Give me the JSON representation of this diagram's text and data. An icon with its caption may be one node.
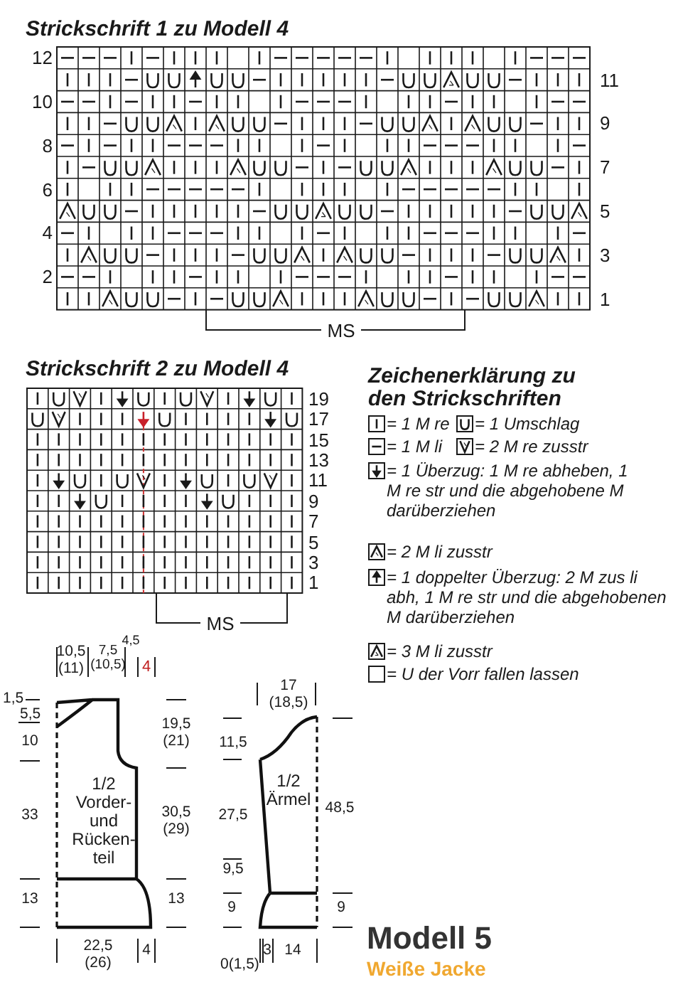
{
  "diagram": {
    "nodes": [
      {
        "text": [
          "1/2 Vorder- und Rücken- teil"
        ]
      },
      {
        "text": [
          "1/2 Ärmel"
        ]
      }
    ],
    "edges": [],
    "labels": [
      "Strickschrift 1 zu Modell 4",
      "12",
      "11",
      "10",
      "9",
      "8",
      "7",
      "6",
      "5",
      "4",
      "3",
      "2",
      "1",
      "MS",
      "Strickschrift 2 zu Modell 4",
      "Zeichenerklärung zu den Strickschriften",
      "19",
      "17",
      "15",
      "13",
      "11",
      "9",
      "7",
      "5",
      "3",
      "1",
      "MS",
      "10,5 (11)",
      "7,5 (10,5)",
      "4,5",
      "4",
      "17 (18,5)",
      "1,5",
      "5,5",
      "19,5 (21)",
      "10",
      "11,5",
      "33",
      "30,5 (29)",
      "27,5",
      "48,5",
      "9,5",
      "13",
      "13",
      "9",
      "9",
      "22,5 (26)",
      "4",
      "0(1,5)",
      "3",
      "14",
      "Modell 5",
      "Weiße Jacke"
    ],
    "legend": [
      {
        "text": "= 1 M re"
      },
      {
        "text": "= 1 Umschlag"
      },
      {
        "text": "= 1 M li"
      },
      {
        "text": "= 2 M re zusstr"
      },
      {
        "text": "= 1 Überzug: 1 M re abheben, 1 M re str und die abgehobene M darüberziehen"
      },
      {
        "text": "= 2 M li zusstr"
      },
      {
        "text": "= 1 doppelter Überzug: 2 M zus li abh, 1 M re str und die abgehobenen M darüberziehen"
      },
      {
        "text": "= 3 M li zusstr"
      },
      {
        "text": "= U der Vorr fallen lassen"
      }
    ]
  }
}
